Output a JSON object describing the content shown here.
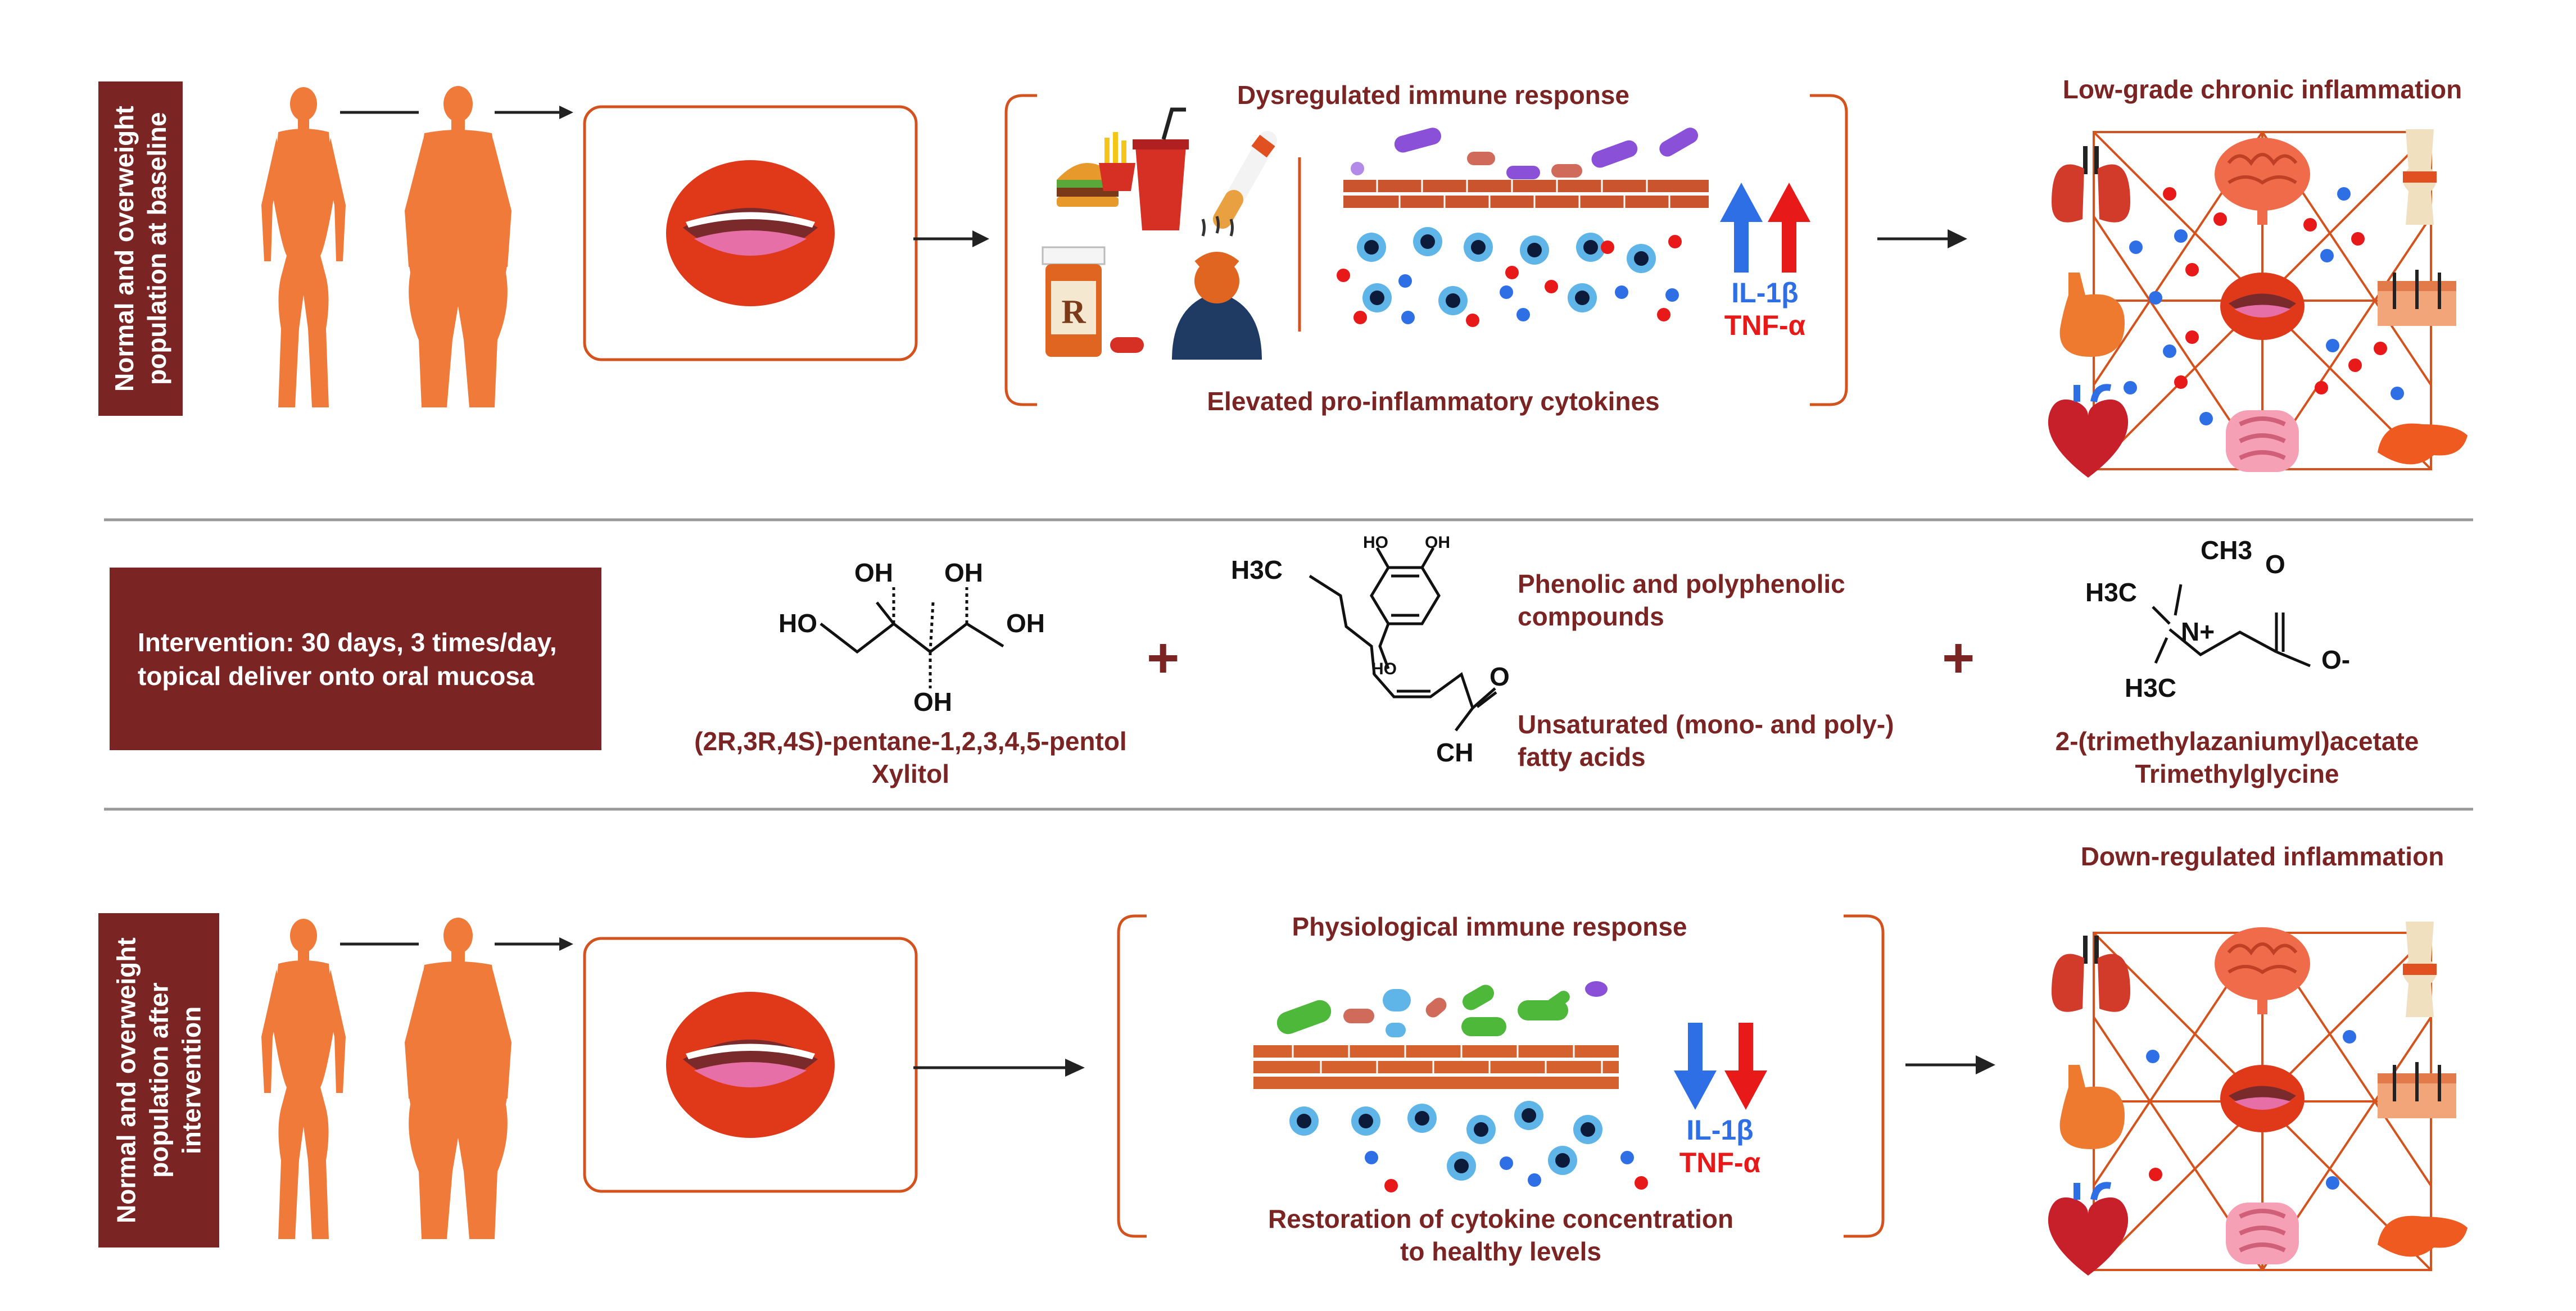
{
  "top": {
    "banner": "Normal and overweight\npopulation at baseline",
    "box_title": "Dysregulated immune response",
    "box_caption": "Elevated pro-inflammatory cytokines",
    "il": "IL-1β",
    "tnf": "TNF-α",
    "outcome": "Low-grade chronic inflammation"
  },
  "middle": {
    "banner": "Intervention: 30 days, 3 times/day,\ntopical deliver onto oral mucosa",
    "xylitol_name": "(2R,3R,4S)-pentane-1,2,3,4,5-pentol\nXylitol",
    "phenolic": "Phenolic and polyphenolic\ncompounds",
    "fatty": "Unsaturated (mono- and poly-)\nfatty acids",
    "betaine_name": "2-(trimethylazaniumyl)acetate\nTrimethylglycine",
    "plus": "+",
    "chem": {
      "oh": "OH",
      "ho": "HO",
      "h3c": "H3C",
      "ch3": "CH3",
      "o": "O",
      "ch": "CH",
      "n_plus": "N+",
      "o_minus": "O-"
    }
  },
  "bottom": {
    "banner": "Normal and overweight\npopulation after\nintervention",
    "box_title": "Physiological immune response",
    "box_caption": "Restoration of cytokine concentration\nto healthy levels",
    "il": "IL-1β",
    "tnf": "TNF-α",
    "outcome": "Down-regulated inflammation"
  },
  "colors": {
    "maroon": "#7b2424",
    "body_orange": "#f07a3a",
    "bracket": "#d4521d",
    "il_blue": "#2f6fe6",
    "tnf_red": "#e81919"
  }
}
